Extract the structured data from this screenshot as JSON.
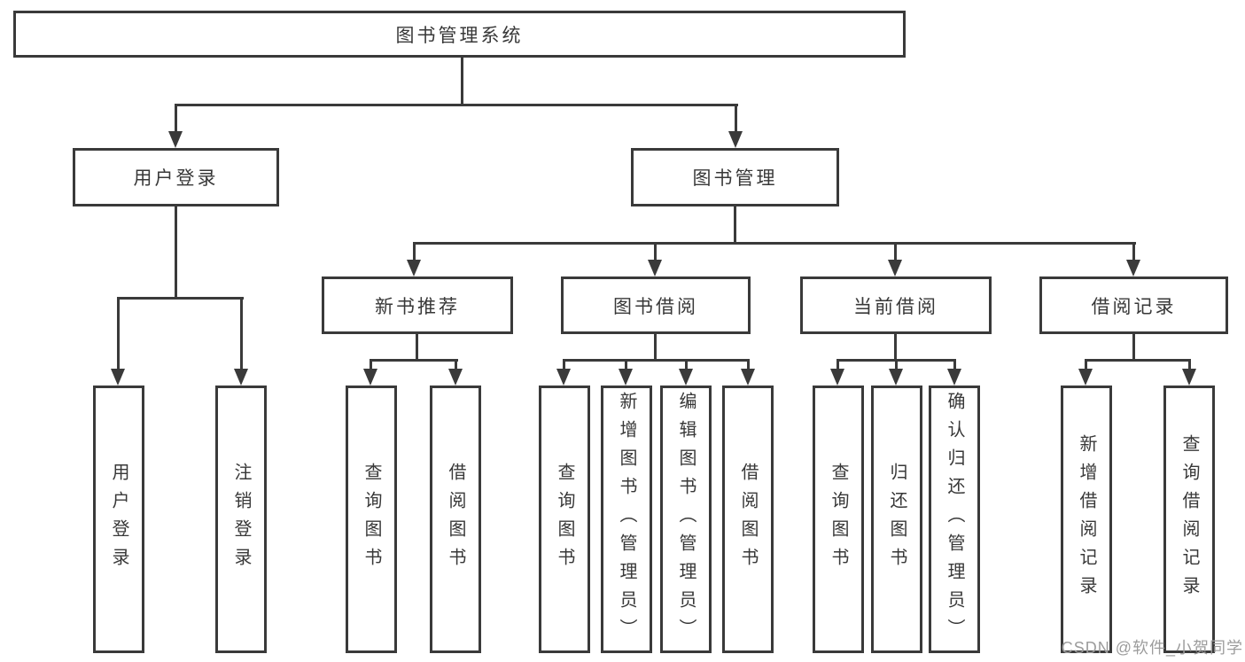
{
  "diagram_type": "tree",
  "tree": {
    "root": {
      "label": "图书管理系统",
      "children": [
        {
          "label": "用户登录",
          "children": [
            {
              "label": "用户登录"
            },
            {
              "label": "注销登录"
            }
          ]
        },
        {
          "label": "图书管理",
          "children": [
            {
              "label": "新书推荐",
              "children": [
                {
                  "label": "查询图书"
                },
                {
                  "label": "借阅图书"
                }
              ]
            },
            {
              "label": "图书借阅",
              "children": [
                {
                  "label": "查询图书"
                },
                {
                  "label": "新增图书（管理员）"
                },
                {
                  "label": "编辑图书（管理员）"
                },
                {
                  "label": "借阅图书"
                }
              ]
            },
            {
              "label": "当前借阅",
              "children": [
                {
                  "label": "查询图书"
                },
                {
                  "label": "归还图书"
                },
                {
                  "label": "确认归还（管理员）"
                }
              ]
            },
            {
              "label": "借阅记录",
              "children": [
                {
                  "label": "新增借阅记录"
                },
                {
                  "label": "查询借阅记录"
                }
              ]
            }
          ]
        }
      ]
    }
  },
  "watermark": {
    "text": "CSDN @软件_小贺同学"
  },
  "colors": {
    "line": "#3a3a3a",
    "box_border": "#3a3a3a",
    "text": "#383838",
    "watermark": "#9c9c9c",
    "background": "#ffffff"
  }
}
